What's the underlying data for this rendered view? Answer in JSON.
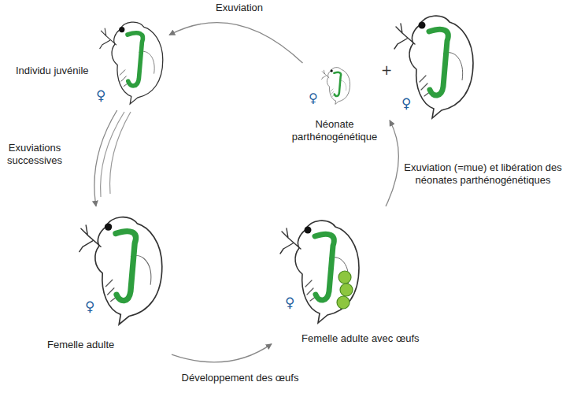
{
  "diagram": {
    "nodes": [
      {
        "text": [
          "Individu juvénile"
        ]
      },
      {
        "text": [
          "Femelle adulte"
        ]
      },
      {
        "text": [
          "Femelle adulte avec œufs"
        ]
      },
      {
        "text": [
          "Néonate parthénogénétique"
        ]
      }
    ],
    "edges": [
      {
        "from": 0,
        "to": 1,
        "arrow": "to",
        "label": "Exuviations successives"
      },
      {
        "from": 1,
        "to": 2,
        "arrow": "to",
        "label": "Développement des œufs"
      },
      {
        "from": 2,
        "to": 3,
        "arrow": "to",
        "label": "Exuviation (=mue) et libération des néonates parthénogénétiques"
      },
      {
        "from": 3,
        "to": 0,
        "arrow": "to",
        "label": "Exuviation"
      }
    ],
    "labels": [
      "♀",
      "♀",
      "♀",
      "♀",
      "♀",
      "+"
    ]
  }
}
